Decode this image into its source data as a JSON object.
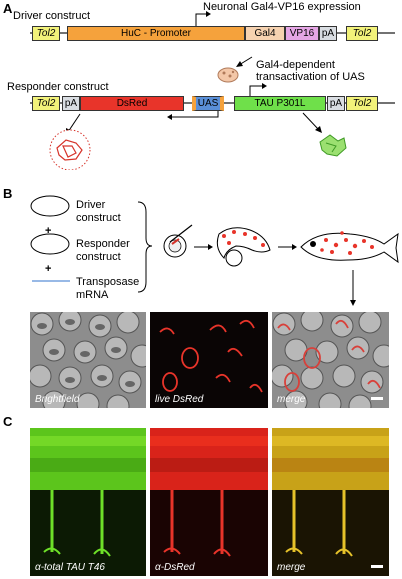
{
  "panel_a": {
    "letter": "A",
    "driver_label": "Driver construct",
    "driver_elements": [
      "Tol2",
      "HuC - Promoter",
      "Gal4",
      "VP16",
      "pA",
      "Tol2"
    ],
    "driver_note": "Neuronal Gal4-VP16 expression",
    "transactivation_note": [
      "Gal4-dependent",
      "transactivation of UAS"
    ],
    "responder_label": "Responder construct",
    "responder_elements": [
      "Tol2",
      "pA",
      "DsRed",
      "UAS",
      "TAU P301L",
      "pA",
      "Tol2"
    ]
  },
  "panel_b": {
    "letter": "B",
    "components": [
      {
        "line1": "Driver",
        "line2": "construct"
      },
      {
        "line1": "Responder",
        "line2": "construct"
      },
      {
        "line1": "Transposase",
        "line2": "mRNA"
      }
    ],
    "plus": "+",
    "image_labels": [
      "Brightfield",
      "live DsRed",
      "merge"
    ]
  },
  "panel_c": {
    "letter": "C",
    "image_labels": [
      "α-total TAU T46",
      "α-DsRed",
      "merge"
    ]
  },
  "colors": {
    "tol2": "#f2f27a",
    "huc": "#f5a23c",
    "gal4": "#f6d2b0",
    "vp16": "#e6a6e6",
    "pa": "#d9dde2",
    "dsred": "#e8342a",
    "uas": "#5a8fd8",
    "tau": "#6fe04a"
  }
}
